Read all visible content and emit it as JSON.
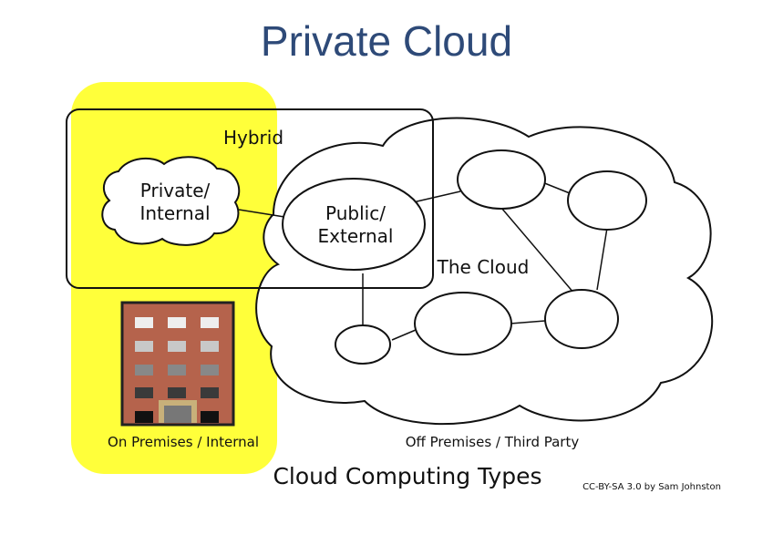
{
  "title": "Private Cloud",
  "labels": {
    "hybrid": "Hybrid",
    "private_line1": "Private/",
    "private_line2": "Internal",
    "public_line1": "Public/",
    "public_line2": "External",
    "the_cloud": "The Cloud",
    "on_premises": "On Premises / Internal",
    "off_premises": "Off Premises / Third Party",
    "caption": "Cloud Computing Types",
    "credit": "CC-BY-SA 3.0 by Sam Johnston"
  },
  "colors": {
    "title": "#2e4a78",
    "on_premises_zone": "#ffff3a",
    "building_brick": "#b5634c",
    "stroke": "#111111"
  },
  "icons": {
    "building": "office-building-icon"
  }
}
